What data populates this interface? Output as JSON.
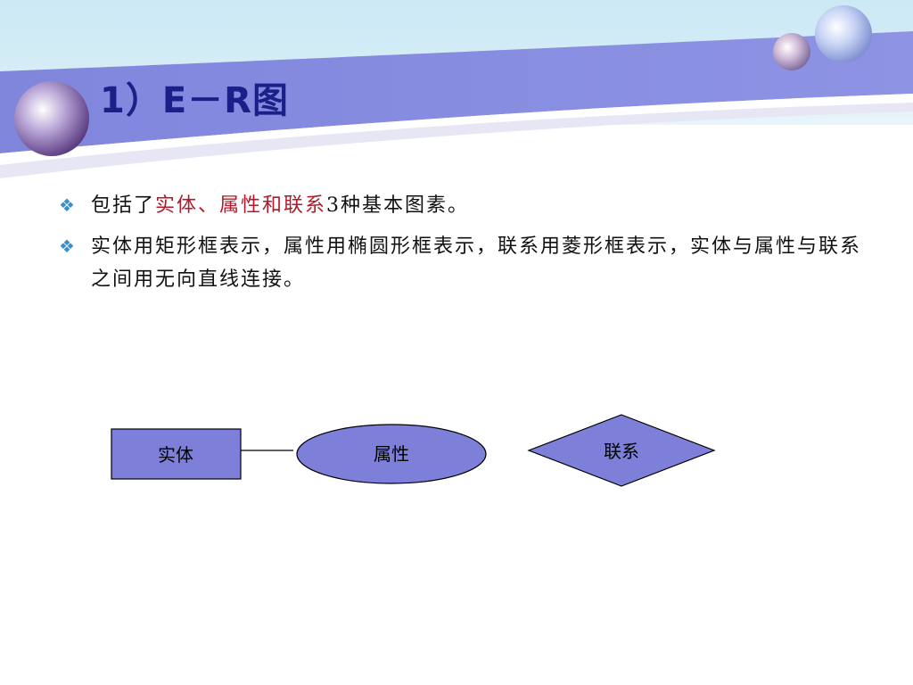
{
  "header": {
    "title": "1）E－R图"
  },
  "bullets": [
    {
      "prefix": "包括了",
      "highlight": "实体、属性和联系",
      "suffix": "3种基本图素。"
    },
    {
      "text": "实体用矩形框表示，属性用椭圆形框表示，联系用菱形框表示，实体与属性与联系之间用无向直线连接。"
    }
  ],
  "diagram": {
    "entity_label": "实体",
    "attribute_label": "属性",
    "relationship_label": "联系"
  },
  "colors": {
    "banner": "#8a8fe0",
    "title": "#1a1f8a",
    "highlight": "#b01a2a",
    "bullet_icon": "#3a8fc8",
    "shape_fill": "#7d7fd8"
  },
  "icons": {
    "bullet": "diamond-bullet-icon",
    "sphere": "sphere-decoration"
  }
}
